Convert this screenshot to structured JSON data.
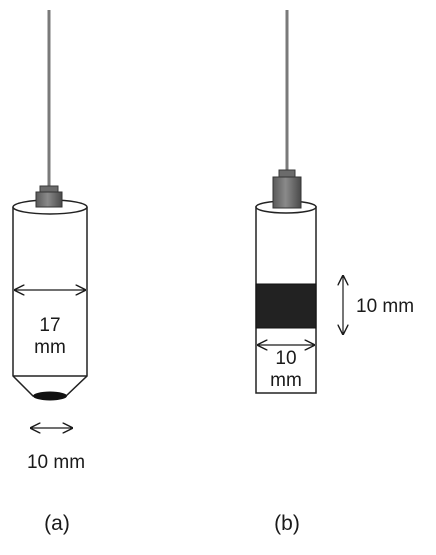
{
  "figure": {
    "probe_a": {
      "diameter_label_top": "17",
      "diameter_label_bottom": "mm",
      "tip_label": "10 mm",
      "panel_label": "(a)"
    },
    "probe_b": {
      "band_height_label": "10 mm",
      "diameter_label_top": "10",
      "diameter_label_bottom": "mm",
      "panel_label": "(b)"
    }
  }
}
